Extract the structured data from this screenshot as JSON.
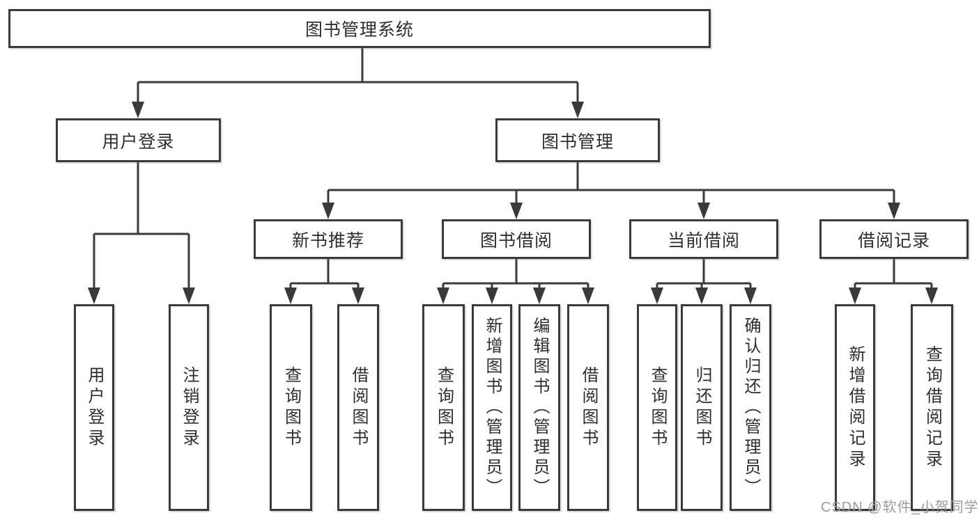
{
  "colors": {
    "line": "#3a3a3a",
    "box_border": "#3a3a3a",
    "text": "#2e2e2e",
    "watermark": "#9b9b9b",
    "background": "#ffffff"
  },
  "watermark": "CSDN @软件_小贺同学",
  "tree": {
    "label": "图书管理系统",
    "children": [
      {
        "label": "用户登录",
        "children": [
          {
            "label": "用户登录"
          },
          {
            "label": "注销登录"
          }
        ]
      },
      {
        "label": "图书管理",
        "children": [
          {
            "label": "新书推荐",
            "children": [
              {
                "label": "查询图书"
              },
              {
                "label": "借阅图书"
              }
            ]
          },
          {
            "label": "图书借阅",
            "children": [
              {
                "label": "查询图书"
              },
              {
                "label": "新增图书（管理员）"
              },
              {
                "label": "编辑图书（管理员）"
              },
              {
                "label": "借阅图书"
              }
            ]
          },
          {
            "label": "当前借阅",
            "children": [
              {
                "label": "查询图书"
              },
              {
                "label": "归还图书"
              },
              {
                "label": "确认归还（管理员）"
              }
            ]
          },
          {
            "label": "借阅记录",
            "children": [
              {
                "label": "新增借阅记录"
              },
              {
                "label": "查询借阅记录"
              }
            ]
          }
        ]
      }
    ]
  }
}
